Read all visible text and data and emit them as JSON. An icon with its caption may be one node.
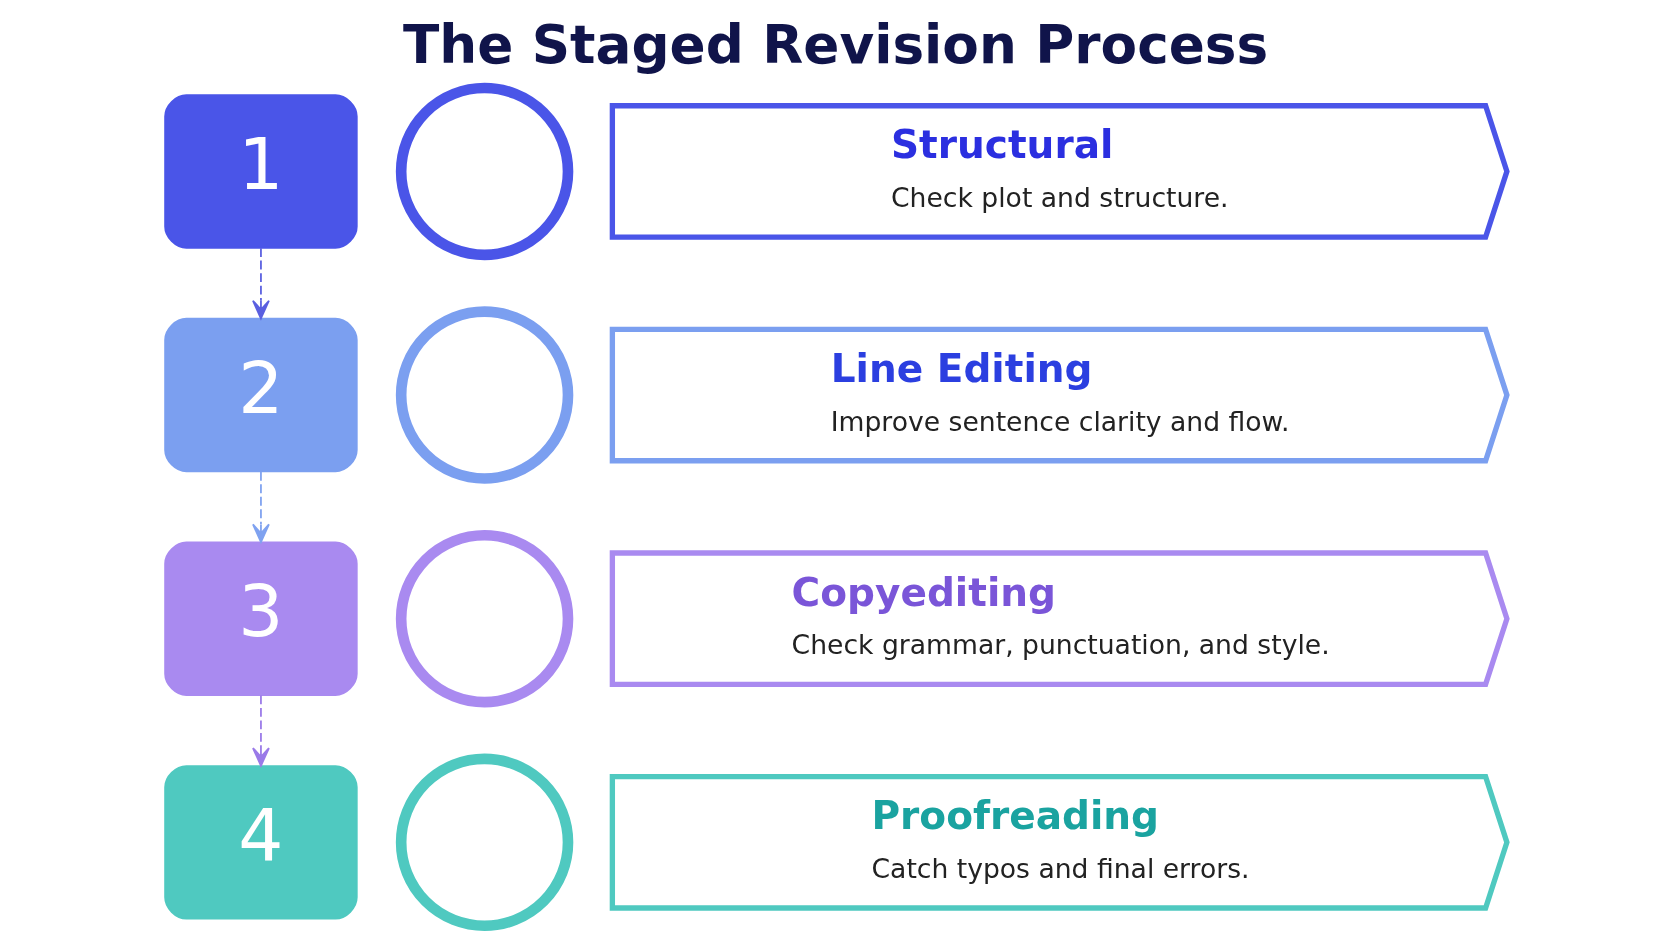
{
  "diagram": {
    "title": "The Staged Revision Process",
    "nodes": [
      {
        "text": [
          "1"
        ]
      },
      {
        "text": [],
        "shape": "circle"
      },
      {
        "text": [
          "Structural",
          "Check plot and structure."
        ]
      },
      {
        "text": [
          "2"
        ]
      },
      {
        "text": [],
        "shape": "circle"
      },
      {
        "text": [
          "Line Editing",
          "Improve sentence clarity and flow."
        ]
      },
      {
        "text": [
          "3"
        ]
      },
      {
        "text": [],
        "shape": "circle"
      },
      {
        "text": [
          "Copyediting",
          "Check grammar, punctuation, and style."
        ]
      },
      {
        "text": [
          "4"
        ]
      },
      {
        "text": [],
        "shape": "circle"
      },
      {
        "text": [
          "Proofreading",
          "Catch typos and final errors."
        ]
      }
    ],
    "edges": [
      {
        "from": 0,
        "to": 3,
        "arrow": "to",
        "style": "dashed",
        "color": "#5a5fe0"
      },
      {
        "from": 3,
        "to": 6,
        "arrow": "to",
        "style": "dashed",
        "color": "#7fa2f0"
      },
      {
        "from": 6,
        "to": 9,
        "arrow": "to",
        "style": "dashed",
        "color": "#9a7ae8"
      }
    ]
  }
}
